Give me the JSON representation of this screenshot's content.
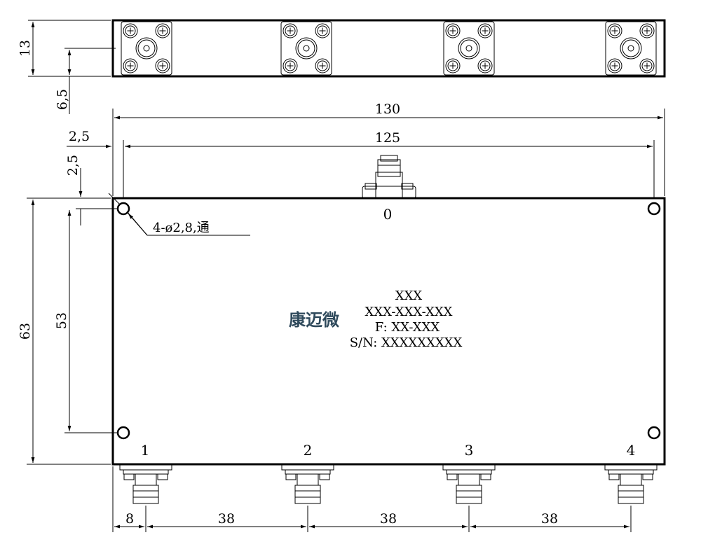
{
  "top_view": {
    "dimensions": {
      "height": "13",
      "center": "6,5"
    }
  },
  "front_view": {
    "dimensions": {
      "total_width": "130",
      "hole_spacing_x": "125",
      "hole_offset_x": "2,5",
      "hole_offset_y": "2,5",
      "total_height": "63",
      "hole_spacing_y": "53",
      "first_port_offset": "8",
      "port_pitch_1": "38",
      "port_pitch_2": "38",
      "port_pitch_3": "38"
    },
    "hole_callout": "4-ø2,8,通",
    "ports": {
      "input": "0",
      "out1": "1",
      "out2": "2",
      "out3": "3",
      "out4": "4"
    },
    "label": {
      "brand": "康迈微",
      "line1": "XXX",
      "line2": "XXX-XXX-XXX",
      "line3": "F: XX-XXX",
      "line4": "S/N: XXXXXXXXX"
    }
  },
  "colors": {
    "lines": "#000000",
    "brand": "#2f4a5c"
  }
}
